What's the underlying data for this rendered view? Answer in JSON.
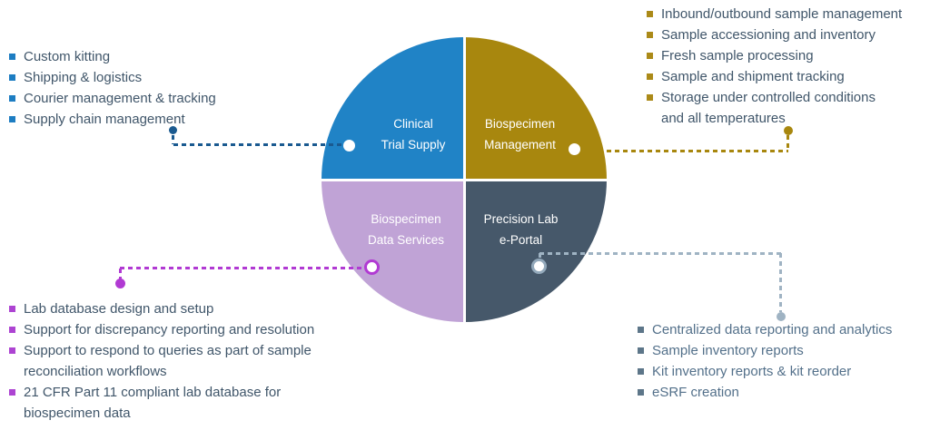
{
  "colors": {
    "clinical_blue": "#2083c6",
    "management_gold": "#a8870e",
    "data_services_lavender": "#c0a3d6",
    "eportal_slate": "#46586a",
    "label_text": "#ffffff",
    "wheel_divider": "#ffffff",
    "list_text": "#40566a",
    "eportal_list_text": "#53708a",
    "blue_bullet": "#1d7dc2",
    "gold_bullet": "#ab8a18",
    "purple_bullet": "#ad44d2",
    "slate_bullet": "#5d7689",
    "blue_line": "#1a5a90",
    "gold_line": "#a8870e",
    "purple_line": "#b13ad3",
    "gray_line": "#9fb3c3",
    "gray_ring": "#93a9bb"
  },
  "wheel": {
    "quadrants": [
      {
        "name": "clinical-trial-supply",
        "label_lines": [
          "Clinical",
          "Trial Supply"
        ]
      },
      {
        "name": "biospecimen-management",
        "label_lines": [
          "Biospecimen",
          "Management"
        ]
      },
      {
        "name": "biospecimen-data-services",
        "label_lines": [
          "Biospecimen",
          "Data Services"
        ]
      },
      {
        "name": "precision-lab-e-portal",
        "label_lines": [
          "Precision Lab",
          "e-Portal"
        ]
      }
    ]
  },
  "lists": {
    "clinical_trial_supply": {
      "items": [
        "Custom kitting",
        "Shipping & logistics",
        "Courier management & tracking",
        "Supply chain management"
      ]
    },
    "biospecimen_management": {
      "items": [
        "Inbound/outbound sample management",
        "Sample accessioning and inventory",
        "Fresh sample processing",
        "Sample and shipment tracking",
        "Storage under controlled conditions\nand all temperatures"
      ]
    },
    "biospecimen_data_services": {
      "items": [
        "Lab database design and setup",
        "Support for discrepancy reporting and resolution",
        "Support to respond to queries as part of sample\nreconciliation workflows",
        "21 CFR Part 11 compliant lab database for\nbiospecimen data"
      ]
    },
    "precision_lab_e_portal": {
      "items": [
        "Centralized data reporting and analytics",
        "Sample inventory reports",
        "Kit inventory reports & kit reorder",
        "eSRF creation"
      ]
    }
  }
}
